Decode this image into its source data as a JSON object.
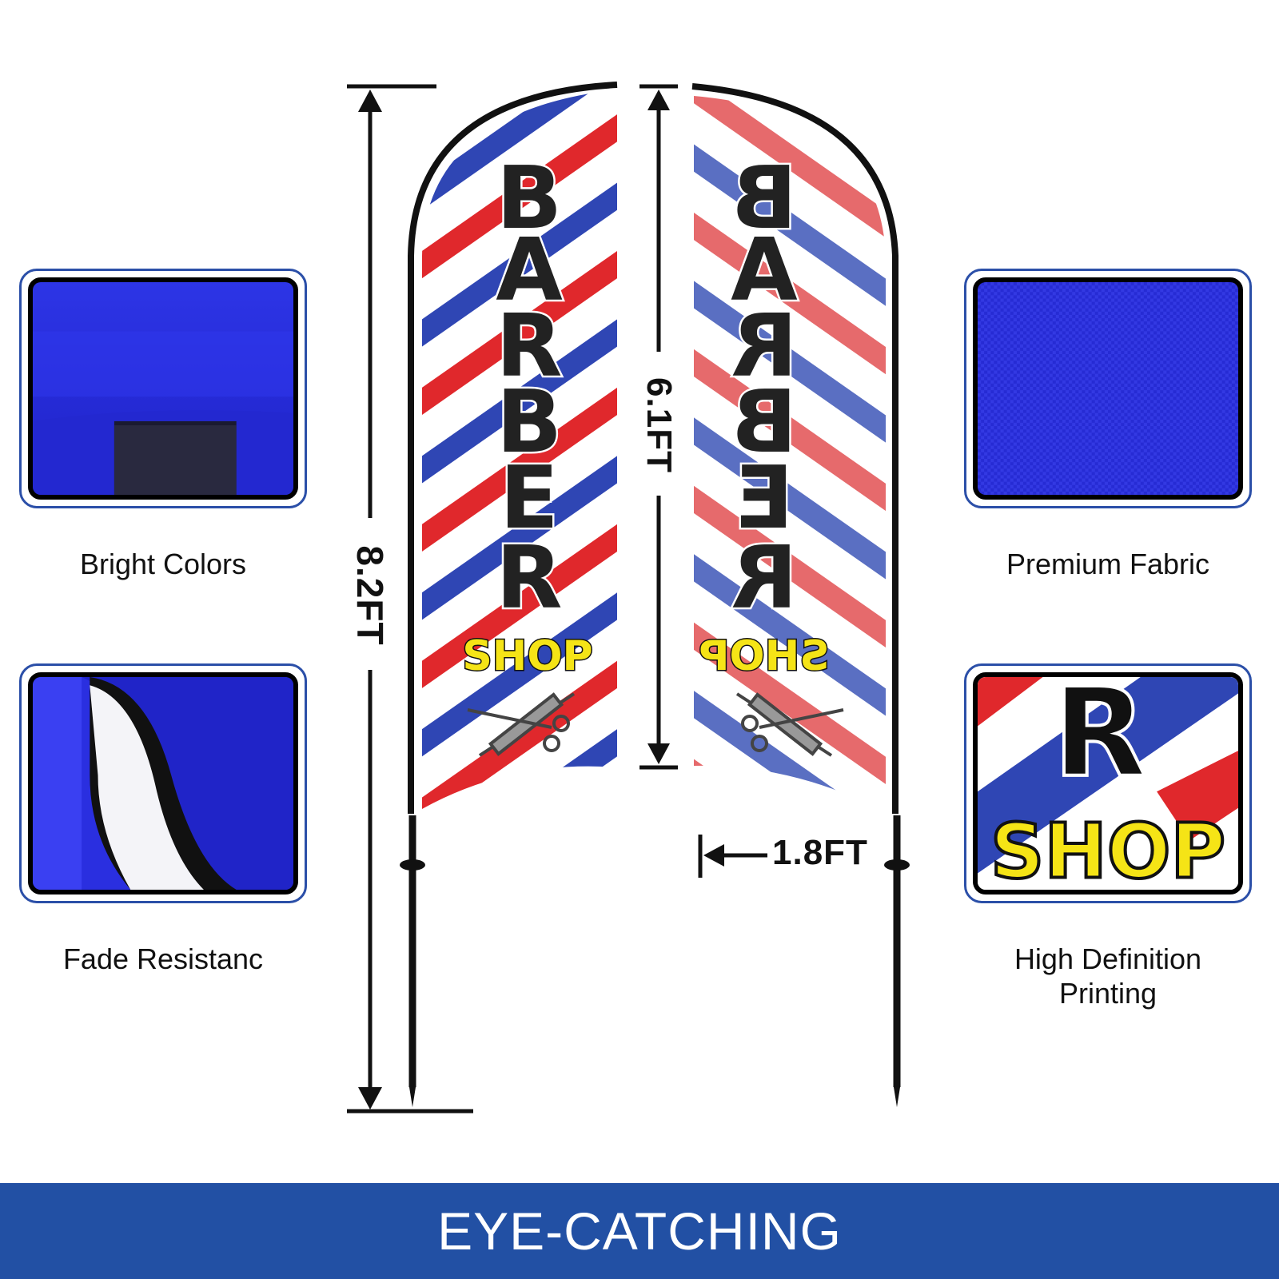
{
  "features": [
    {
      "id": "bright-colors",
      "label": "Bright Colors"
    },
    {
      "id": "fade-resistance",
      "label": "Fade Resistanc"
    },
    {
      "id": "premium-fabric",
      "label": "Premium Fabric"
    },
    {
      "id": "high-definition",
      "label": "High Definition\nPrinting"
    }
  ],
  "flag": {
    "word_letters": [
      "B",
      "A",
      "R",
      "B",
      "E",
      "R"
    ],
    "shop": "SHOP"
  },
  "detail_zoom": {
    "letter": "R",
    "shop": "SHOP"
  },
  "dimensions": {
    "total_height": "8.2FT",
    "flag_height": "6.1FT",
    "flag_width": "1.8FT"
  },
  "footer": {
    "title": "EYE-CATCHING"
  },
  "colors": {
    "accent_blue": "#2250a4",
    "stripe_red": "#e0282c",
    "stripe_blue": "#2f46b4",
    "fabric_blue": "#2a2fe0",
    "shop_yellow": "#f5e416"
  }
}
